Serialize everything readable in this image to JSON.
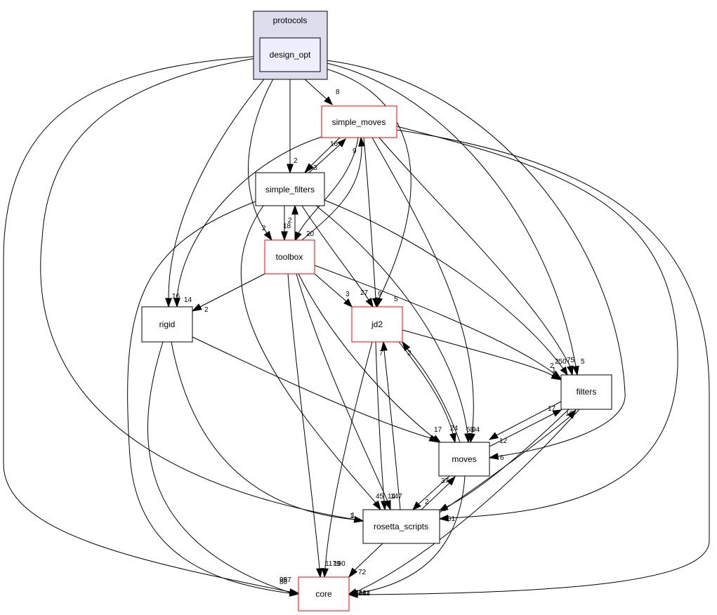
{
  "diagram": {
    "cluster": {
      "label": "protocols"
    },
    "nodes": {
      "design_opt": "design_opt",
      "simple_moves": "simple_moves",
      "simple_filters": "simple_filters",
      "toolbox": "toolbox",
      "rigid": "rigid",
      "jd2": "jd2",
      "filters": "filters",
      "moves": "moves",
      "rosetta_scripts": "rosetta_scripts",
      "core": "core"
    },
    "edges": [
      {
        "from": "design_opt",
        "to": "simple_moves",
        "label": "8"
      },
      {
        "from": "design_opt",
        "to": "simple_filters",
        "label": "2"
      },
      {
        "from": "design_opt",
        "to": "toolbox",
        "label": "2"
      },
      {
        "from": "design_opt",
        "to": "rigid",
        "label": "16"
      },
      {
        "from": "design_opt",
        "to": "jd2",
        "label": "5"
      },
      {
        "from": "design_opt",
        "to": "filters",
        "label": "5"
      },
      {
        "from": "design_opt",
        "to": "moves",
        "label": "6"
      },
      {
        "from": "design_opt",
        "to": "rosetta_scripts",
        "label": "1"
      },
      {
        "from": "design_opt",
        "to": "core",
        "label": "80"
      },
      {
        "from": "simple_moves",
        "to": "simple_filters",
        "label": "3"
      },
      {
        "from": "simple_moves",
        "to": "toolbox",
        "label": "20"
      },
      {
        "from": "simple_moves",
        "to": "jd2",
        "label": "9"
      },
      {
        "from": "simple_moves",
        "to": "rigid",
        "label": "14"
      },
      {
        "from": "simple_moves",
        "to": "filters",
        "label": "75"
      },
      {
        "from": "simple_moves",
        "to": "moves",
        "label": "94"
      },
      {
        "from": "simple_moves",
        "to": "rosetta_scripts",
        "label": "61"
      },
      {
        "from": "simple_moves",
        "to": "core",
        "label": "1444"
      },
      {
        "from": "simple_filters",
        "to": "simple_moves",
        "label": "16"
      },
      {
        "from": "simple_filters",
        "to": "toolbox",
        "label": "18"
      },
      {
        "from": "simple_filters",
        "to": "jd2",
        "label": "27"
      },
      {
        "from": "simple_filters",
        "to": "filters",
        "label": "250"
      },
      {
        "from": "simple_filters",
        "to": "moves",
        "label": "68"
      },
      {
        "from": "simple_filters",
        "to": "rosetta_scripts",
        "label": "45"
      },
      {
        "from": "simple_filters",
        "to": "core",
        "label": "957"
      },
      {
        "from": "toolbox",
        "to": "simple_filters",
        "label": "2"
      },
      {
        "from": "toolbox",
        "to": "simple_moves",
        "label": "9"
      },
      {
        "from": "toolbox",
        "to": "rigid",
        "label": "2"
      },
      {
        "from": "toolbox",
        "to": "jd2",
        "label": "3"
      },
      {
        "from": "toolbox",
        "to": "filters",
        "label": "2"
      },
      {
        "from": "toolbox",
        "to": "moves",
        "label": "17"
      },
      {
        "from": "toolbox",
        "to": "rosetta_scripts",
        "label": "147"
      },
      {
        "from": "toolbox",
        "to": "core",
        "label": "1179"
      },
      {
        "from": "rigid",
        "to": "moves",
        "label": "13"
      },
      {
        "from": "rigid",
        "to": "rosetta_scripts",
        "label": "1"
      },
      {
        "from": "rigid",
        "to": "core",
        "label": "99"
      },
      {
        "from": "jd2",
        "to": "filters",
        "label": "1"
      },
      {
        "from": "jd2",
        "to": "moves",
        "label": "24"
      },
      {
        "from": "jd2",
        "to": "rosetta_scripts",
        "label": "14"
      },
      {
        "from": "jd2",
        "to": "core",
        "label": "190"
      },
      {
        "from": "filters",
        "to": "moves",
        "label": "12"
      },
      {
        "from": "filters",
        "to": "rosetta_scripts",
        "label": "3"
      },
      {
        "from": "filters",
        "to": "core",
        "label": "142"
      },
      {
        "from": "moves",
        "to": "jd2",
        "label": "2"
      },
      {
        "from": "moves",
        "to": "filters",
        "label": "17"
      },
      {
        "from": "moves",
        "to": "rosetta_scripts",
        "label": "2"
      },
      {
        "from": "moves",
        "to": "core",
        "label": "742"
      },
      {
        "from": "rosetta_scripts",
        "to": "jd2",
        "label": "7"
      },
      {
        "from": "rosetta_scripts",
        "to": "moves",
        "label": "37"
      },
      {
        "from": "rosetta_scripts",
        "to": "filters",
        "label": "16"
      },
      {
        "from": "rosetta_scripts",
        "to": "core",
        "label": "72"
      }
    ]
  }
}
